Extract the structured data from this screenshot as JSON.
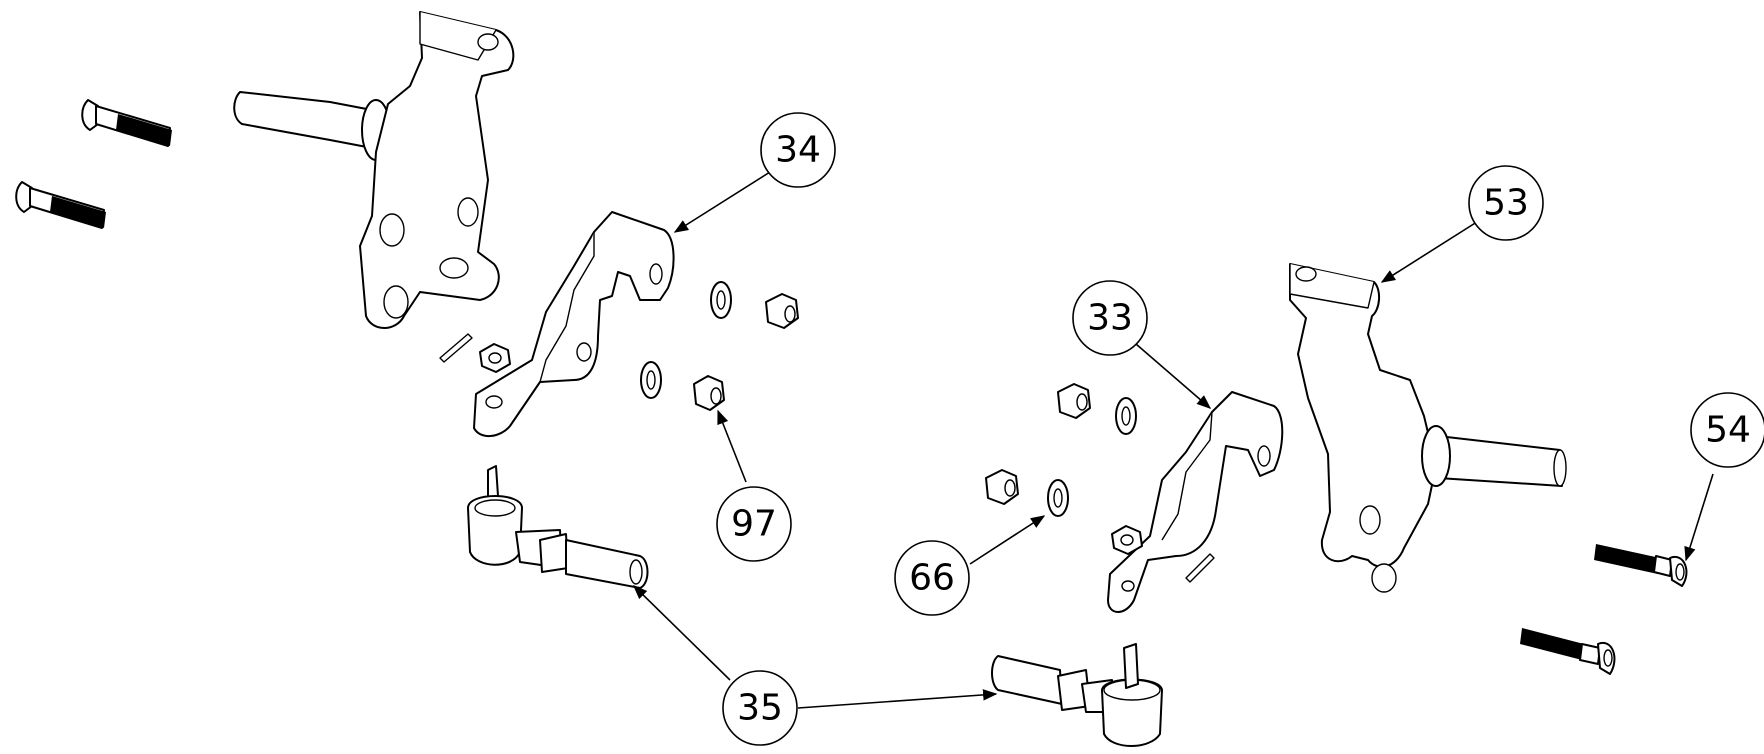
{
  "diagram": {
    "callouts": [
      {
        "id": "34",
        "label": "34"
      },
      {
        "id": "53",
        "label": "53"
      },
      {
        "id": "33",
        "label": "33"
      },
      {
        "id": "54",
        "label": "54"
      },
      {
        "id": "97",
        "label": "97"
      },
      {
        "id": "66",
        "label": "66"
      },
      {
        "id": "35",
        "label": "35"
      }
    ]
  }
}
